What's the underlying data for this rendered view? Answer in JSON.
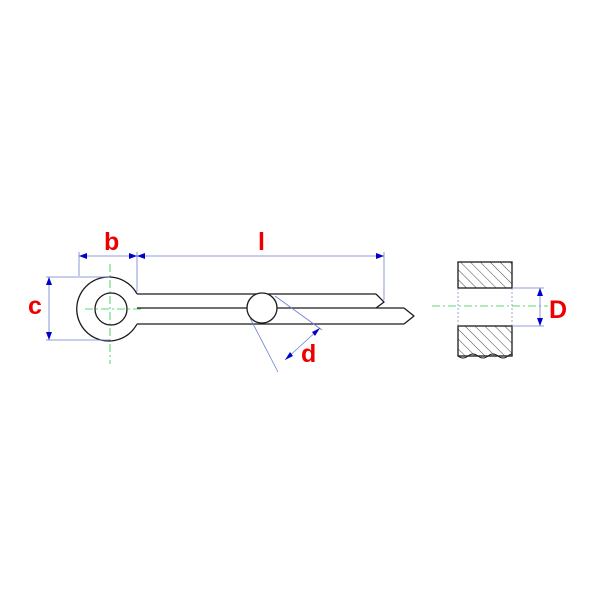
{
  "labels": {
    "b": "b",
    "l": "l",
    "c": "c",
    "d": "d",
    "D": "D"
  },
  "colors": {
    "outline": "#1a1a1a",
    "dimension": "#6b7fd0",
    "arrow": "#0000cc",
    "centerline": "#22cc44",
    "label": "#ee0000"
  }
}
